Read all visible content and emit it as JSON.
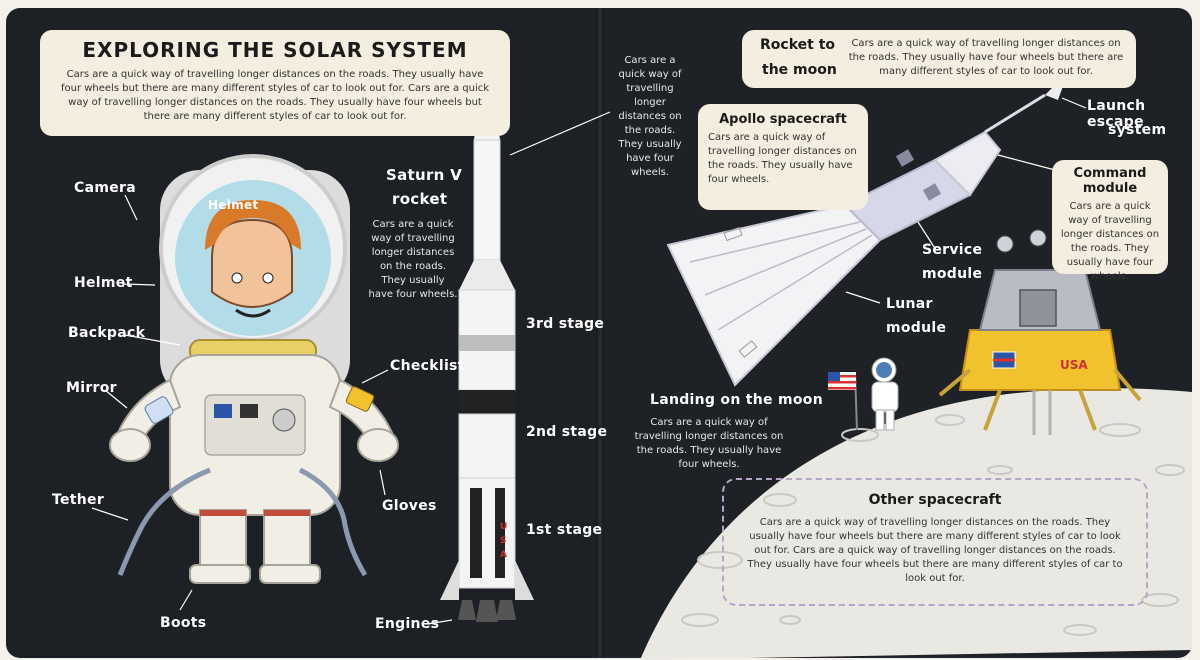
{
  "left": {
    "title": "EXPLORING THE SOLAR SYSTEM",
    "intro": "Cars are a quick way of travelling longer distances on the roads. They usually have four wheels but there are many different styles of car to look out for. Cars are a quick way of travelling longer distances on the roads. They usually have four wheels but there are many different styles of car to look out for.",
    "astronaut_labels": {
      "camera": "Camera",
      "helmet_inner": "Helmet",
      "helmet": "Helmet",
      "backpack": "Backpack",
      "mirror": "Mirror",
      "tether": "Tether",
      "boots": "Boots",
      "checklist": "Checklist",
      "gloves": "Gloves"
    },
    "saturn": {
      "title_line1": "Saturn V",
      "title_line2": "rocket",
      "text": "Cars are a quick way of travelling longer distances on the roads. They usually have four wheels.",
      "stage3": "3rd stage",
      "stage2": "2nd stage",
      "stage1": "1st stage",
      "engines": "Engines",
      "usa_mark": "USA"
    }
  },
  "right": {
    "floating_text": "Cars are a quick way of travelling longer distances on the roads. They usually have four wheels.",
    "rocket_moon": {
      "title_line1": "Rocket to",
      "title_line2": "the moon",
      "text": "Cars are a quick way of travelling longer distances on the roads. They usually have four wheels but there are many different styles of car to look out for."
    },
    "apollo": {
      "title": "Apollo spacecraft",
      "text": "Cars are a quick way of travelling longer distances on the roads. They usually have four wheels."
    },
    "launch_escape": {
      "line1": "Launch escape",
      "line2": "system"
    },
    "command_module": {
      "title": "Command module",
      "text": "Cars are a quick way of travelling longer distances on the roads. They usually have four wheels."
    },
    "service_module": {
      "line1": "Service",
      "line2": "module"
    },
    "lunar_module": {
      "line1": "Lunar",
      "line2": "module"
    },
    "landing": {
      "title": "Landing on the moon",
      "text": "Cars are a quick way of travelling longer distances on the roads. They usually have four wheels."
    },
    "other": {
      "title": "Other spacecraft",
      "text": "Cars are a quick way of travelling longer distances on the roads. They usually have four wheels but there are many different styles of car to look out for. Cars are a quick way of travelling longer distances on the roads. They usually have four wheels but there are many different styles of car to look out for."
    },
    "lander_mark": "USA"
  },
  "colors": {
    "page_bg": "#1f2226",
    "box_bg": "#f3eedf",
    "moon": "#e9e8e3",
    "gold_foil": "#f2c12e",
    "suit": "#f1eee6"
  }
}
